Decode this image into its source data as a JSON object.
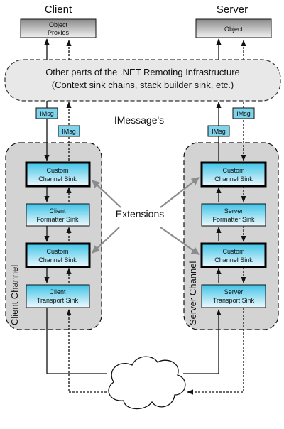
{
  "titles": {
    "client": "Client",
    "server": "Server"
  },
  "proxies": {
    "client": "Object Proxies",
    "server": "Object"
  },
  "infrastructure": {
    "line1": "Other parts of the .NET Remoting Infrastructure",
    "line2": "(Context sink chains, stack builder sink, etc.)"
  },
  "imsg_tag": "IMsg",
  "imessages_label": "IMessage's",
  "extensions_label": "Extensions",
  "client_channel": {
    "title": "Client Channel",
    "sinks": [
      {
        "line1": "Custom",
        "line2": "Channel Sink",
        "emphasis": true
      },
      {
        "line1": "Client",
        "line2": "Formatter Sink",
        "emphasis": false
      },
      {
        "line1": "Custom",
        "line2": "Channel Sink",
        "emphasis": true
      },
      {
        "line1": "Client",
        "line2": "Transport Sink",
        "emphasis": false
      }
    ]
  },
  "server_channel": {
    "title": "Server Channel",
    "sinks": [
      {
        "line1": "Custom",
        "line2": "Channel Sink",
        "emphasis": true
      },
      {
        "line1": "Server",
        "line2": "Formatter Sink",
        "emphasis": false
      },
      {
        "line1": "Custom",
        "line2": "Channel Sink",
        "emphasis": true
      },
      {
        "line1": "Server",
        "line2": "Transport Sink",
        "emphasis": false
      }
    ]
  },
  "colors": {
    "channel_fill": "#d3d3d3",
    "sink_fill_top": "#3ec3e6",
    "sink_fill_bottom": "#eef9fd",
    "proxy_fill_top": "#8a8a8a",
    "proxy_fill_bottom": "#f2f2f2",
    "tag_fill": "#7fd4ec",
    "arrow_gray": "#8c8c8c"
  }
}
